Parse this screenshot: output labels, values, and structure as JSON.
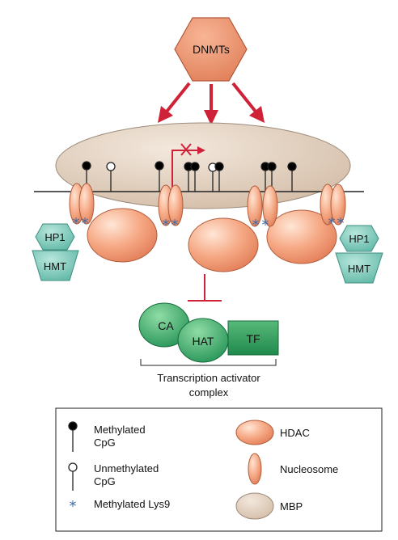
{
  "labels": {
    "dnmts": "DNMTs",
    "hp1": "HP1",
    "hmt": "HMT",
    "ca": "CA",
    "hat": "HAT",
    "tf": "TF",
    "complex_line1": "Transcription activator",
    "complex_line2": "complex"
  },
  "legend": {
    "methylated_line1": "Methylated",
    "methylated_line2": "CpG",
    "unmethylated_line1": "Unmethylated",
    "unmethylated_line2": "CpG",
    "lys9": "Methylated Lys9",
    "hdac": "HDAC",
    "nucleosome": "Nucleosome",
    "mbp": "MBP"
  },
  "colors": {
    "dnmt_fill": "#ec8f69",
    "hdac_fill": "#f4a27e",
    "mbp_fill": "#ddc8b4",
    "hp1_fill": "#7fcbbb",
    "green_dark": "#2a9d5a",
    "green_light": "#6ccb8c",
    "arrow_red": "#cf2138",
    "asterisk_blue": "#3c6aa8"
  }
}
